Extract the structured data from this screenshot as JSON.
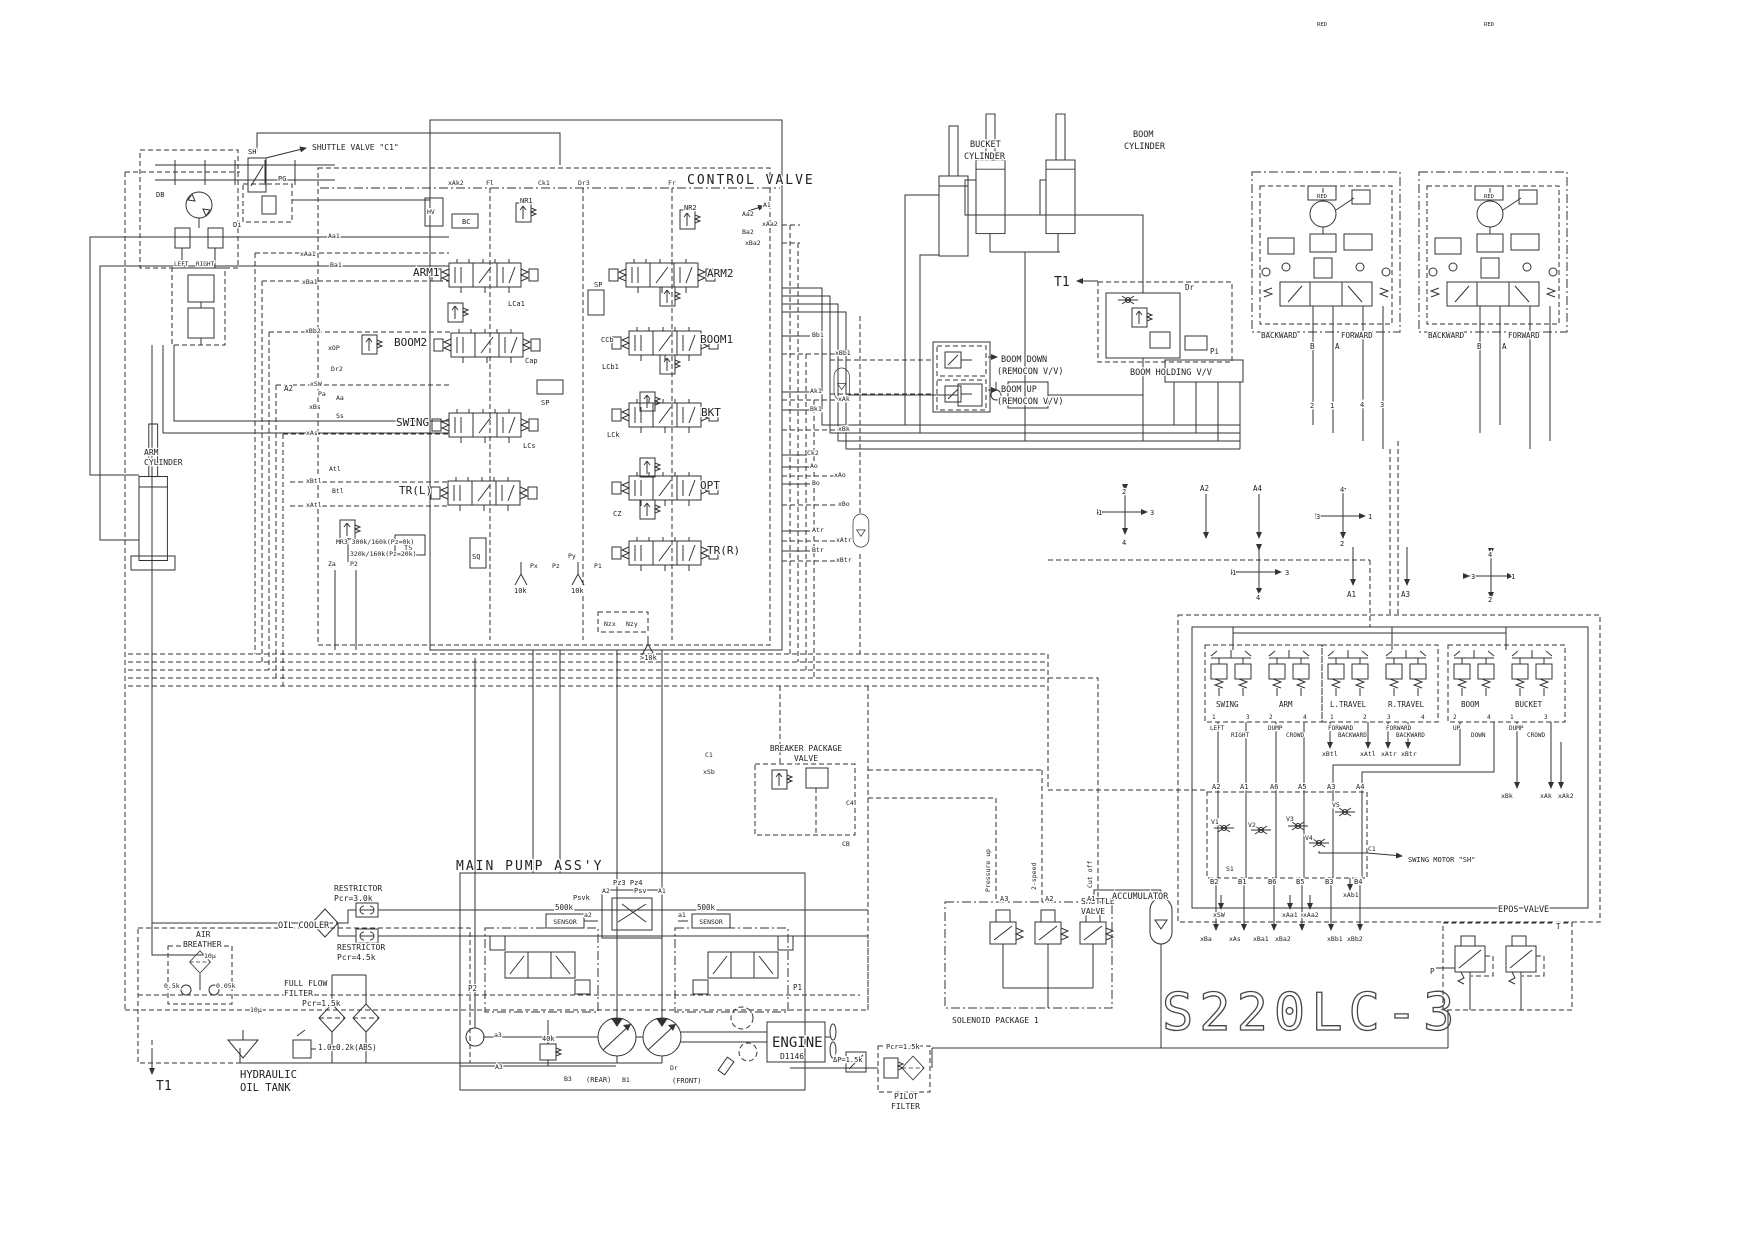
{
  "title": "S220LC-3",
  "sections": {
    "control_valve": "CONTROL VALVE",
    "main_pump": "MAIN PUMP ASS'Y",
    "engine": "ENGINE",
    "engine_model": "D1146"
  },
  "colors": {
    "line": "#333333",
    "background": "#ffffff"
  },
  "labels": [
    [
      "SHUTTLE VALVE \"C1\"",
      312,
      150,
      8
    ],
    [
      "SH",
      248,
      154,
      7
    ],
    [
      "PG",
      278,
      181,
      7
    ],
    [
      "DB",
      156,
      197,
      7
    ],
    [
      "Di",
      233,
      227,
      7
    ],
    [
      "LEFT",
      174,
      266,
      6
    ],
    [
      "RIGHT",
      196,
      266,
      6
    ],
    [
      "A2",
      284,
      391,
      7.5
    ],
    [
      "ARM",
      144,
      455,
      8
    ],
    [
      "CYLINDER",
      144,
      465,
      8
    ],
    [
      "T1",
      156,
      1090,
      13
    ],
    [
      "RESTRICTOR",
      334,
      891,
      8
    ],
    [
      "Pcr=3.0k",
      334,
      901,
      8
    ],
    [
      "OIL COOLER",
      278,
      928,
      8.5
    ],
    [
      "RESTRICTOR",
      337,
      950,
      8
    ],
    [
      "Pcr=4.5k",
      337,
      960,
      8
    ],
    [
      "AIR",
      196,
      937,
      8
    ],
    [
      "BREATHER",
      183,
      947,
      8
    ],
    [
      "10μ",
      204,
      958,
      6.5
    ],
    [
      "0.5k",
      164,
      988,
      6.5
    ],
    [
      "0.05k",
      216,
      988,
      6.5
    ],
    [
      "FULL FLOW",
      284,
      986,
      8
    ],
    [
      "FILTER",
      284,
      996,
      8
    ],
    [
      "Pcr=1.5k",
      302,
      1006,
      8
    ],
    [
      "10μ",
      250,
      1012,
      6.5
    ],
    [
      "1.0±0.2k(ABS)",
      318,
      1050,
      7.5
    ],
    [
      "HYDRAULIC",
      240,
      1078,
      10.5
    ],
    [
      "OIL TANK",
      240,
      1091,
      10.5
    ],
    [
      "ARM1",
      413,
      276,
      11
    ],
    [
      "BOOM2",
      394,
      346,
      11
    ],
    [
      "SWING",
      396,
      426,
      11
    ],
    [
      "TR(L)",
      399,
      494,
      11
    ],
    [
      "ARM2",
      707,
      277,
      11
    ],
    [
      "BOOM1",
      700,
      343,
      11
    ],
    [
      "BKT",
      701,
      416,
      11
    ],
    [
      "OPT",
      700,
      489,
      11
    ],
    [
      "TR(R)",
      707,
      554,
      11
    ],
    [
      "NR1",
      520,
      203,
      7
    ],
    [
      "NR2",
      684,
      210,
      7
    ],
    [
      "BC",
      462,
      224,
      7
    ],
    [
      "HV",
      427,
      214,
      6.5
    ],
    [
      "SP",
      594,
      287,
      7
    ],
    [
      "SP",
      541,
      405,
      7
    ],
    [
      "LCa1",
      508,
      306,
      7
    ],
    [
      "Cap",
      525,
      363,
      7
    ],
    [
      "CCb",
      601,
      342,
      7
    ],
    [
      "LCb1",
      602,
      369,
      7
    ],
    [
      "LCs",
      523,
      448,
      7
    ],
    [
      "LCk",
      607,
      437,
      7
    ],
    [
      "CZ",
      613,
      516,
      7
    ],
    [
      "TS",
      404,
      550,
      7
    ],
    [
      "SQ",
      472,
      559,
      7
    ],
    [
      "xAk2",
      448,
      185,
      6.5
    ],
    [
      "Fl",
      486,
      185,
      6.5
    ],
    [
      "Ck1",
      538,
      185,
      6.5
    ],
    [
      "Dr3",
      578,
      185,
      6.5
    ],
    [
      "Fr",
      668,
      185,
      6.5
    ],
    [
      "Aa1",
      328,
      238,
      6.5
    ],
    [
      "xAa1",
      300,
      256,
      6.5
    ],
    [
      "Ba1",
      330,
      267,
      6.5
    ],
    [
      "xBa1",
      302,
      284,
      6.5
    ],
    [
      "xBb2",
      305,
      333,
      6.5
    ],
    [
      "xOP",
      328,
      350,
      6.5
    ],
    [
      "Dr2",
      331,
      371,
      6.5
    ],
    [
      "xSW",
      310,
      386,
      6.5
    ],
    [
      "Pa",
      318,
      396,
      6.5
    ],
    [
      "Aa",
      336,
      400,
      6.5
    ],
    [
      "xBs",
      309,
      409,
      6.5
    ],
    [
      "Ss",
      336,
      418,
      6.5
    ],
    [
      "xAs",
      306,
      435,
      6.5
    ],
    [
      "Atl",
      329,
      471,
      6.5
    ],
    [
      "xBtl",
      306,
      483,
      6.5
    ],
    [
      "Btl",
      332,
      493,
      6.5
    ],
    [
      "xAtl",
      306,
      507,
      6.5
    ],
    [
      "A1",
      763,
      207,
      6.5
    ],
    [
      "Aa2",
      742,
      216,
      6.5
    ],
    [
      "xAa2",
      762,
      226,
      6.5
    ],
    [
      "Ba2",
      742,
      234,
      6.5
    ],
    [
      "xBa2",
      745,
      245,
      6.5
    ],
    [
      "Bb1",
      812,
      337,
      6.5
    ],
    [
      "xBb1",
      835,
      355,
      6.5
    ],
    [
      "Ak1",
      810,
      393,
      6.5
    ],
    [
      "xAk",
      838,
      401,
      6.5
    ],
    [
      "Bk1",
      810,
      411,
      6.5
    ],
    [
      "xBk",
      838,
      431,
      6.5
    ],
    [
      "Ck2",
      807,
      455,
      6.5
    ],
    [
      "Ao",
      810,
      468,
      6.5
    ],
    [
      "xAo",
      834,
      477,
      6.5
    ],
    [
      "Bo",
      812,
      485,
      6.5
    ],
    [
      "xBo",
      838,
      506,
      6.5
    ],
    [
      "Atr",
      812,
      532,
      6.5
    ],
    [
      "xAtr",
      836,
      542,
      6.5
    ],
    [
      "Btr",
      812,
      552,
      6.5
    ],
    [
      "xBtr",
      836,
      562,
      6.5
    ],
    [
      "MR3 300k/160k(Pz=0k)",
      336,
      544,
      6.5
    ],
    [
      "320k/160k(Pz=20k)",
      350,
      556,
      6.5
    ],
    [
      "Za",
      328,
      566,
      6.5
    ],
    [
      "P2",
      350,
      566,
      6.5
    ],
    [
      "Px",
      530,
      568,
      6.5
    ],
    [
      "Pz",
      552,
      568,
      6.5
    ],
    [
      "Py",
      568,
      558,
      6.5
    ],
    [
      "P1",
      594,
      568,
      6.5
    ],
    [
      "10k",
      514,
      593,
      7
    ],
    [
      "10k",
      571,
      593,
      7
    ],
    [
      ">10k",
      640,
      660,
      7
    ],
    [
      "Nzx",
      604,
      626,
      6.5
    ],
    [
      "Nzy",
      626,
      626,
      6.5
    ],
    [
      "BUCKET",
      970,
      147,
      8.5
    ],
    [
      "CYLINDER",
      964,
      159,
      8.5
    ],
    [
      "BOOM",
      1133,
      137,
      8.5
    ],
    [
      "CYLINDER",
      1124,
      149,
      8.5
    ],
    [
      "T1",
      1054,
      286,
      13
    ],
    [
      "BOOM DOWN",
      1001,
      362,
      8.5
    ],
    [
      "(REMOCON V/V)",
      997,
      374,
      8.5
    ],
    [
      "BOOM UP",
      1001,
      392,
      8.5
    ],
    [
      "(REMOCON V/V)",
      997,
      404,
      8.5
    ],
    [
      "BOOM HOLDING V/V",
      1130,
      375,
      8.5
    ],
    [
      "Dr",
      1185,
      290,
      7.5
    ],
    [
      "Pi",
      1210,
      354,
      7.5
    ],
    [
      "RED",
      1322,
      26,
      5.5,
      "m"
    ],
    [
      "RED",
      1489,
      26,
      5.5,
      "m"
    ],
    [
      "BACKWARD",
      1261,
      338,
      7.5
    ],
    [
      "FORWARD",
      1341,
      338,
      7.5
    ],
    [
      "B",
      1310,
      349,
      7.5
    ],
    [
      "A",
      1335,
      349,
      7.5
    ],
    [
      "BACKWARD",
      1428,
      338,
      7.5
    ],
    [
      "FORWARD",
      1508,
      338,
      7.5
    ],
    [
      "B",
      1477,
      349,
      7.5
    ],
    [
      "A",
      1502,
      349,
      7.5
    ],
    [
      "2",
      1310,
      408,
      7
    ],
    [
      "1",
      1330,
      408,
      7
    ],
    [
      "4",
      1360,
      407,
      7
    ],
    [
      "3",
      1380,
      407,
      7
    ],
    [
      "1",
      1098,
      515,
      7
    ],
    [
      "3",
      1150,
      515,
      7
    ],
    [
      "4",
      1122,
      545,
      7
    ],
    [
      "2",
      1122,
      494,
      7
    ],
    [
      "A2",
      1200,
      491,
      7.5
    ],
    [
      "A4",
      1253,
      491,
      7.5
    ],
    [
      "4",
      1340,
      492,
      7
    ],
    [
      "3",
      1316,
      519,
      7
    ],
    [
      "1",
      1368,
      519,
      7
    ],
    [
      "2",
      1340,
      546,
      7
    ],
    [
      "1",
      1232,
      575,
      7
    ],
    [
      "3",
      1285,
      575,
      7
    ],
    [
      "4",
      1256,
      600,
      7
    ],
    [
      "A1",
      1347,
      597,
      7.5
    ],
    [
      "A3",
      1401,
      597,
      7.5
    ],
    [
      "4",
      1488,
      557,
      7
    ],
    [
      "3",
      1471,
      579,
      7
    ],
    [
      "1",
      1511,
      579,
      7
    ],
    [
      "2",
      1488,
      602,
      7
    ],
    [
      "SWING",
      1216,
      707,
      7.5
    ],
    [
      "ARM",
      1279,
      707,
      7.5
    ],
    [
      "L.TRAVEL",
      1330,
      707,
      7.5
    ],
    [
      "R.TRAVEL",
      1388,
      707,
      7.5
    ],
    [
      "BOOM",
      1461,
      707,
      7.5
    ],
    [
      "BUCKET",
      1515,
      707,
      7.5
    ],
    [
      "1",
      1212,
      719,
      6
    ],
    [
      "3",
      1246,
      719,
      6
    ],
    [
      "2",
      1269,
      719,
      6
    ],
    [
      "4",
      1303,
      719,
      6
    ],
    [
      "1",
      1330,
      719,
      6
    ],
    [
      "2",
      1363,
      719,
      6
    ],
    [
      "3",
      1387,
      719,
      6
    ],
    [
      "4",
      1421,
      719,
      6
    ],
    [
      "2",
      1453,
      719,
      6
    ],
    [
      "4",
      1487,
      719,
      6
    ],
    [
      "1",
      1510,
      719,
      6
    ],
    [
      "3",
      1544,
      719,
      6
    ],
    [
      "LEFT",
      1210,
      730,
      6
    ],
    [
      "RIGHT",
      1231,
      737,
      6
    ],
    [
      "DUMP",
      1268,
      730,
      6
    ],
    [
      "CROWD",
      1286,
      737,
      6
    ],
    [
      "FORWARD",
      1328,
      730,
      6
    ],
    [
      "BACKWARD",
      1338,
      737,
      6
    ],
    [
      "FORWARD",
      1386,
      730,
      6
    ],
    [
      "BACKWARD",
      1396,
      737,
      6
    ],
    [
      "UP",
      1453,
      730,
      6
    ],
    [
      "DOWN",
      1471,
      737,
      6
    ],
    [
      "DUMP",
      1509,
      730,
      6
    ],
    [
      "CROWD",
      1527,
      737,
      6
    ],
    [
      "xBtl",
      1322,
      756,
      6.5
    ],
    [
      "xAtl",
      1360,
      756,
      6.5
    ],
    [
      "xAtr",
      1381,
      756,
      6.5
    ],
    [
      "xBtr",
      1401,
      756,
      6.5
    ],
    [
      "xBk",
      1501,
      798,
      6.5
    ],
    [
      "xAk",
      1540,
      798,
      6.5
    ],
    [
      "xAk2",
      1558,
      798,
      6.5
    ],
    [
      "A2",
      1212,
      789,
      7
    ],
    [
      "A1",
      1240,
      789,
      7
    ],
    [
      "A6",
      1270,
      789,
      7
    ],
    [
      "A5",
      1298,
      789,
      7
    ],
    [
      "A3",
      1327,
      789,
      7
    ],
    [
      "A4",
      1356,
      789,
      7
    ],
    [
      "V1",
      1211,
      824,
      6.5
    ],
    [
      "V2",
      1248,
      827,
      6.5
    ],
    [
      "V3",
      1286,
      821,
      6.5
    ],
    [
      "V4",
      1305,
      840,
      6.5
    ],
    [
      "V5",
      1332,
      807,
      6.5
    ],
    [
      "S1",
      1226,
      871,
      6.5
    ],
    [
      "B2",
      1210,
      884,
      7
    ],
    [
      "B1",
      1238,
      884,
      7
    ],
    [
      "B6",
      1268,
      884,
      7
    ],
    [
      "B5",
      1296,
      884,
      7
    ],
    [
      "B3",
      1325,
      884,
      7
    ],
    [
      "B4",
      1354,
      884,
      7
    ],
    [
      "C1",
      1368,
      851,
      6.5
    ],
    [
      "SWING MOTOR \"SH\"",
      1408,
      862,
      7
    ],
    [
      "xAb1",
      1343,
      897,
      6.5
    ],
    [
      "xSW",
      1213,
      917,
      6.5
    ],
    [
      "xAa1",
      1282,
      917,
      6.5
    ],
    [
      "xAa2",
      1303,
      917,
      6.5
    ],
    [
      "xBa",
      1200,
      941,
      6.5
    ],
    [
      "xAs",
      1229,
      941,
      6.5
    ],
    [
      "xBa1",
      1253,
      941,
      6.5
    ],
    [
      "xBa2",
      1275,
      941,
      6.5
    ],
    [
      "xBb1",
      1327,
      941,
      6.5
    ],
    [
      "xBb2",
      1347,
      941,
      6.5
    ],
    [
      "SHUTTLE",
      1081,
      904,
      8
    ],
    [
      "VALVE",
      1081,
      914,
      8
    ],
    [
      "EPOS VALVE",
      1498,
      912,
      8.5
    ],
    [
      "P",
      1430,
      974,
      7.5
    ],
    [
      "T",
      1556,
      929,
      7.5
    ],
    [
      "SOLENOID PACKAGE 1",
      952,
      1023,
      8
    ],
    [
      "A3",
      1000,
      901,
      7
    ],
    [
      "A2",
      1045,
      901,
      7
    ],
    [
      "A1",
      1087,
      901,
      7
    ],
    [
      "ACCUMULATOR",
      1112,
      899,
      8.5
    ],
    [
      "Pressure up",
      990,
      892,
      6.5,
      "s",
      -90
    ],
    [
      "2-speed",
      1036,
      890,
      6.5,
      "s",
      -90
    ],
    [
      "Cut off",
      1092,
      888,
      6.5,
      "s",
      -90
    ],
    [
      "BREAKER PACKAGE",
      806,
      751,
      8,
      "m"
    ],
    [
      "VALVE",
      806,
      761,
      8,
      "m"
    ],
    [
      "C4",
      846,
      805,
      6.5
    ],
    [
      "CB",
      842,
      846,
      6.5
    ],
    [
      "C1",
      705,
      757,
      6.5
    ],
    [
      "xSb",
      703,
      774,
      6.5
    ],
    [
      "Pz3 Pz4",
      613,
      885,
      7
    ],
    [
      "Psvk",
      573,
      900,
      7
    ],
    [
      "Psv",
      634,
      893,
      7
    ],
    [
      "A2",
      602,
      893,
      6.5
    ],
    [
      "A1",
      658,
      893,
      6.5
    ],
    [
      "500k",
      555,
      910,
      7.5
    ],
    [
      "500k",
      697,
      910,
      7.5
    ],
    [
      "SENSOR",
      565,
      924,
      6.5,
      "m"
    ],
    [
      "SENSOR",
      711,
      924,
      6.5,
      "m"
    ],
    [
      "a2",
      584,
      917,
      6.5
    ],
    [
      "a1",
      678,
      917,
      6.5
    ],
    [
      "P2",
      468,
      991,
      7.5
    ],
    [
      "P1",
      793,
      990,
      7.5
    ],
    [
      "a3",
      494,
      1037,
      6.5
    ],
    [
      "40k",
      542,
      1041,
      7
    ],
    [
      "A3",
      495,
      1069,
      6.5
    ],
    [
      "B3",
      564,
      1081,
      6.5
    ],
    [
      "(REAR)",
      586,
      1082,
      7
    ],
    [
      "B1",
      622,
      1082,
      6.5
    ],
    [
      "(FRONT)",
      672,
      1083,
      7
    ],
    [
      "Dr",
      670,
      1070,
      6.5
    ],
    [
      "ΔP=1.5k",
      833,
      1062,
      7
    ],
    [
      "Pcr=1.5k",
      886,
      1049,
      7
    ],
    [
      "PILOT",
      894,
      1099,
      8
    ],
    [
      "FILTER",
      891,
      1109,
      8
    ]
  ]
}
